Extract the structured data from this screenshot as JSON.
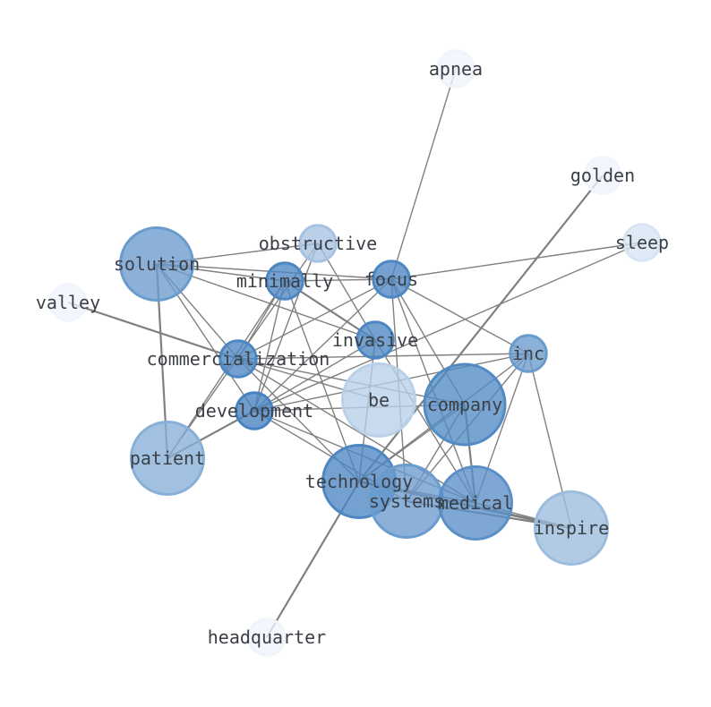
{
  "graph": {
    "nodes": [
      {
        "id": "apnea",
        "label": "apnea",
        "weight": 0.02,
        "size": 0.45
      },
      {
        "id": "golden",
        "label": "golden",
        "weight": 0.02,
        "size": 0.45
      },
      {
        "id": "sleep",
        "label": "sleep",
        "weight": 0.15,
        "size": 0.45
      },
      {
        "id": "obstructive",
        "label": "obstructive",
        "weight": 0.4,
        "size": 0.45
      },
      {
        "id": "solution",
        "label": "solution",
        "weight": 0.7,
        "size": 0.9
      },
      {
        "id": "minimally",
        "label": "minimally",
        "weight": 0.85,
        "size": 0.45
      },
      {
        "id": "focus",
        "label": "focus",
        "weight": 0.85,
        "size": 0.45
      },
      {
        "id": "valley",
        "label": "valley",
        "weight": 0.02,
        "size": 0.45
      },
      {
        "id": "invasive",
        "label": "invasive",
        "weight": 0.85,
        "size": 0.45
      },
      {
        "id": "inc",
        "label": "inc",
        "weight": 0.7,
        "size": 0.45
      },
      {
        "id": "commercialization",
        "label": "commercialization",
        "weight": 0.85,
        "size": 0.45
      },
      {
        "id": "be",
        "label": "be",
        "weight": 0.3,
        "size": 0.9
      },
      {
        "id": "company",
        "label": "company",
        "weight": 0.82,
        "size": 1.0
      },
      {
        "id": "development",
        "label": "development",
        "weight": 0.88,
        "size": 0.45
      },
      {
        "id": "patient",
        "label": "patient",
        "weight": 0.55,
        "size": 0.9
      },
      {
        "id": "technology",
        "label": "technology",
        "weight": 0.85,
        "size": 0.9
      },
      {
        "id": "systems",
        "label": "systems",
        "weight": 0.7,
        "size": 0.9
      },
      {
        "id": "medical",
        "label": "medical",
        "weight": 0.78,
        "size": 0.9
      },
      {
        "id": "inspire",
        "label": "inspire",
        "weight": 0.45,
        "size": 0.9
      },
      {
        "id": "headquarter",
        "label": "headquarter",
        "weight": 0.02,
        "size": 0.45
      }
    ],
    "edges": [
      {
        "source": "apnea",
        "target": "focus",
        "weight": 1
      },
      {
        "source": "golden",
        "target": "technology",
        "weight": 2
      },
      {
        "source": "headquarter",
        "target": "technology",
        "weight": 2
      },
      {
        "source": "valley",
        "target": "commercialization",
        "weight": 2
      },
      {
        "source": "commercialization",
        "target": "company",
        "weight": 1
      },
      {
        "source": "sleep",
        "target": "focus",
        "weight": 1
      },
      {
        "source": "sleep",
        "target": "development",
        "weight": 1
      },
      {
        "source": "obstructive",
        "target": "solution",
        "weight": 1
      },
      {
        "source": "obstructive",
        "target": "patient",
        "weight": 1
      },
      {
        "source": "obstructive",
        "target": "development",
        "weight": 1
      },
      {
        "source": "obstructive",
        "target": "invasive",
        "weight": 1
      },
      {
        "source": "solution",
        "target": "minimally",
        "weight": 1
      },
      {
        "source": "solution",
        "target": "focus",
        "weight": 1
      },
      {
        "source": "solution",
        "target": "invasive",
        "weight": 1
      },
      {
        "source": "solution",
        "target": "commercialization",
        "weight": 1
      },
      {
        "source": "solution",
        "target": "development",
        "weight": 1
      },
      {
        "source": "solution",
        "target": "patient",
        "weight": 2
      },
      {
        "source": "minimally",
        "target": "focus",
        "weight": 1
      },
      {
        "source": "minimally",
        "target": "invasive",
        "weight": 2
      },
      {
        "source": "minimally",
        "target": "commercialization",
        "weight": 1
      },
      {
        "source": "minimally",
        "target": "development",
        "weight": 1
      },
      {
        "source": "minimally",
        "target": "patient",
        "weight": 1
      },
      {
        "source": "minimally",
        "target": "technology",
        "weight": 1
      },
      {
        "source": "focus",
        "target": "commercialization",
        "weight": 1
      },
      {
        "source": "focus",
        "target": "development",
        "weight": 1
      },
      {
        "source": "focus",
        "target": "company",
        "weight": 1
      },
      {
        "source": "focus",
        "target": "medical",
        "weight": 1
      },
      {
        "source": "focus",
        "target": "systems",
        "weight": 1
      },
      {
        "source": "focus",
        "target": "inc",
        "weight": 1
      },
      {
        "source": "invasive",
        "target": "development",
        "weight": 1
      },
      {
        "source": "invasive",
        "target": "technology",
        "weight": 1
      },
      {
        "source": "invasive",
        "target": "medical",
        "weight": 1
      },
      {
        "source": "commercialization",
        "target": "be",
        "weight": 1
      },
      {
        "source": "commercialization",
        "target": "technology",
        "weight": 1
      },
      {
        "source": "commercialization",
        "target": "medical",
        "weight": 1
      },
      {
        "source": "commercialization",
        "target": "inc",
        "weight": 1
      },
      {
        "source": "development",
        "target": "company",
        "weight": 1
      },
      {
        "source": "development",
        "target": "systems",
        "weight": 1
      },
      {
        "source": "development",
        "target": "medical",
        "weight": 1
      },
      {
        "source": "development",
        "target": "patient",
        "weight": 2
      },
      {
        "source": "development",
        "target": "inc",
        "weight": 1
      },
      {
        "source": "company",
        "target": "technology",
        "weight": 1
      },
      {
        "source": "company",
        "target": "medical",
        "weight": 2
      },
      {
        "source": "company",
        "target": "systems",
        "weight": 1
      },
      {
        "source": "inc",
        "target": "systems",
        "weight": 1
      },
      {
        "source": "inc",
        "target": "medical",
        "weight": 1
      },
      {
        "source": "inc",
        "target": "inspire",
        "weight": 1
      },
      {
        "source": "inc",
        "target": "technology",
        "weight": 1
      },
      {
        "source": "technology",
        "target": "inspire",
        "weight": 3
      },
      {
        "source": "technology",
        "target": "medical",
        "weight": 1
      },
      {
        "source": "systems",
        "target": "inspire",
        "weight": 2
      },
      {
        "source": "medical",
        "target": "inspire",
        "weight": 1
      }
    ]
  },
  "colors": {
    "node_light": "#f4f8fd",
    "node_dark": "#2f73b8",
    "edge": "#808080",
    "label": "#3b3f46"
  }
}
